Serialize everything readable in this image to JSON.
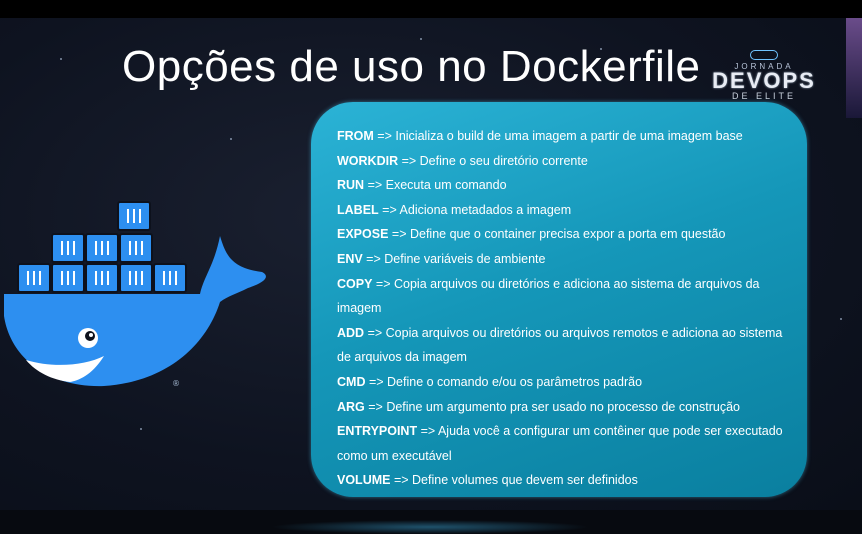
{
  "slide": {
    "title": "Opções de uso no Dockerfile",
    "logo": {
      "top": "JORNADA",
      "main": "DEVOPS",
      "sub": "DE ELITE"
    },
    "commands": [
      {
        "keyword": "FROM",
        "text": " => Inicializa o build de uma imagem a partir de uma imagem base"
      },
      {
        "keyword": "WORKDIR",
        "text": " => Define o seu diretório corrente"
      },
      {
        "keyword": "RUN",
        "text": " => Executa um comando"
      },
      {
        "keyword": "LABEL",
        "text": " => Adiciona metadados a imagem"
      },
      {
        "keyword": "EXPOSE",
        "text": " => Define que o container precisa expor a porta em questão"
      },
      {
        "keyword": "ENV",
        "text": " => Define variáveis de ambiente"
      },
      {
        "keyword": "COPY",
        "text": " => Copia arquivos ou diretórios e adiciona ao sistema de arquivos da imagem"
      },
      {
        "keyword": "ADD",
        "text": " => Copia arquivos ou diretórios ou arquivos remotos e adiciona ao sistema de arquivos da imagem"
      },
      {
        "keyword": "CMD",
        "text": " => Define o comando e/ou os parâmetros padrão"
      },
      {
        "keyword": "ARG",
        "text": " => Define um argumento pra ser usado no processo de construção"
      },
      {
        "keyword": "ENTRYPOINT",
        "text": " => Ajuda você a configurar um contêiner que pode ser executado como um executável"
      },
      {
        "keyword": "VOLUME",
        "text": " => Define volumes que devem ser definidos"
      }
    ]
  },
  "colors": {
    "background": "#0d111c",
    "card": "#1597b9",
    "whale": "#2d8ff0"
  },
  "icons": {
    "docker": "docker-whale-icon"
  }
}
